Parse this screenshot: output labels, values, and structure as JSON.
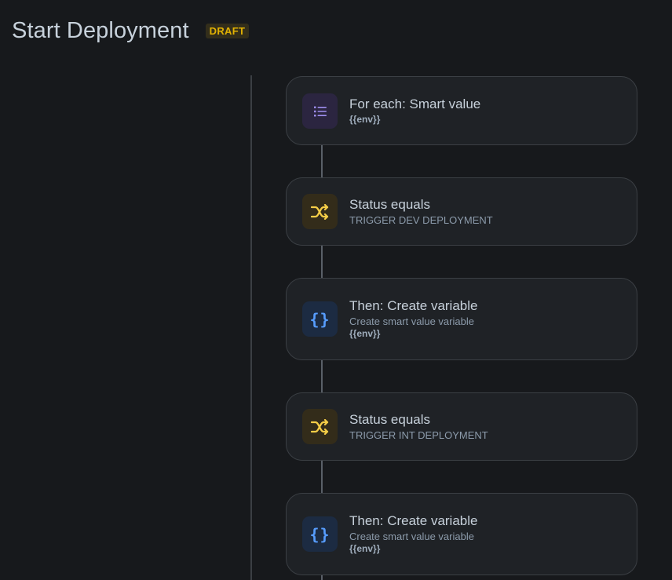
{
  "header": {
    "title": "Start Deployment",
    "badge": "DRAFT"
  },
  "steps": [
    {
      "title": "For each: Smart value",
      "tag": "{{env}}",
      "icon": "list-icon"
    },
    {
      "title": "Status equals",
      "subtitle": "TRIGGER DEV DEPLOYMENT",
      "icon": "branch-icon"
    },
    {
      "title": "Then: Create variable",
      "subtitle": "Create smart value variable",
      "tag": "{{env}}",
      "icon": "braces-icon"
    },
    {
      "title": "Status equals",
      "subtitle": "TRIGGER INT DEPLOYMENT",
      "icon": "branch-icon"
    },
    {
      "title": "Then: Create variable",
      "subtitle": "Create smart value variable",
      "tag": "{{env}}",
      "icon": "braces-icon"
    }
  ],
  "colors": {
    "background": "#17191c",
    "card": "#1f2226",
    "purple": "#9f8fef",
    "yellow": "#f5cd47",
    "blue": "#579dff",
    "badge_text": "#e2b203"
  }
}
